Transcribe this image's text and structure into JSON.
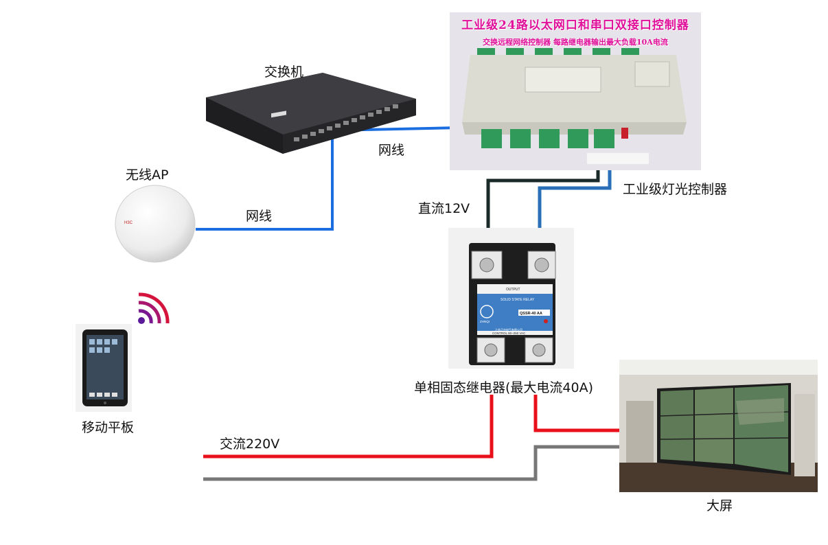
{
  "labels": {
    "switch": "交换机",
    "network_cable_1": "网线",
    "network_cable_2": "网线",
    "wireless_ap": "无线AP",
    "tablet": "移动平板",
    "dc12v": "直流12V",
    "light_controller": "工业级灯光控制器",
    "relay": "单相固态继电器(最大电流40A)",
    "ac220v": "交流220V",
    "screen": "大屏"
  },
  "controller_banner": {
    "title": "工业级24路以太网口和串口双接口控制器",
    "subtitle": "交换远程网络控制器  每路继电器输出最大负载10A电流"
  },
  "relay_face": {
    "header": "OUTPUT",
    "name": "SOLID STATE RELAY",
    "model": "QSSR-40 AA",
    "brand": "ZHNQI",
    "control": "CONTROL 80~250 VAC",
    "maker": "江苏正启电气有限公司"
  },
  "ap_brand": "H3C",
  "colors": {
    "network": "#1a6ee0",
    "dc_black": "#1a2a28",
    "dc_blue": "#2a70b8",
    "ac_red": "#e8101a",
    "ac_gray": "#777777",
    "wifi_red": "#d4143c",
    "wifi_purple": "#5a1a9a"
  }
}
